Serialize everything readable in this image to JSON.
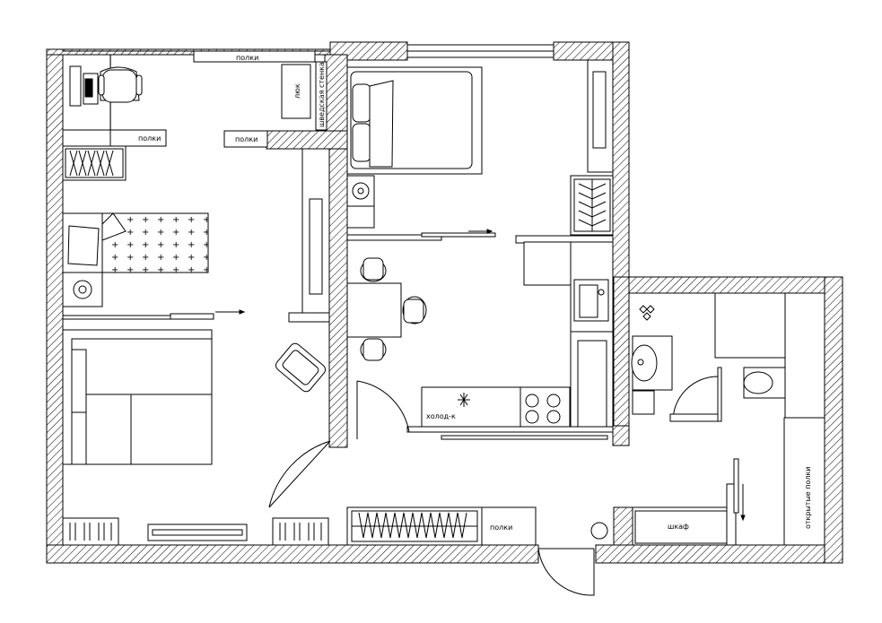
{
  "labels": {
    "shelves_top": "полки",
    "shelves_nook": "полки",
    "shelves_kids": "полки",
    "hatch": "люк",
    "swedish_wall": "шведская стенка",
    "fridge": "холод-к",
    "shelves_hall": "полки",
    "wardrobe": "шкаф",
    "open_shelves": "открытые полки"
  },
  "colors": {
    "ink": "#000000",
    "wall_fill": "#ffffff",
    "paper": "#ffffff"
  }
}
